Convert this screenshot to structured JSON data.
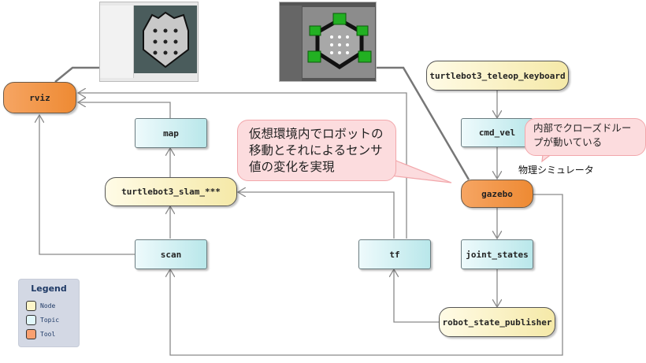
{
  "nodes": {
    "rviz": "rviz",
    "map": "map",
    "slam": "turtlebot3_slam_***",
    "scan": "scan",
    "teleop": "turtlebot3_teleop_keyboard",
    "cmd_vel": "cmd_vel",
    "gazebo": "gazebo",
    "tf": "tf",
    "joint_states": "joint_states",
    "robot_state_publisher": "robot_state_publisher"
  },
  "node_kinds": {
    "rviz": "Tool",
    "map": "Topic",
    "slam": "Node",
    "scan": "Topic",
    "teleop": "Node",
    "cmd_vel": "Topic",
    "gazebo": "Tool",
    "tf": "Topic",
    "joint_states": "Topic",
    "robot_state_publisher": "Node"
  },
  "edges": [
    {
      "from": "map",
      "to": "rviz"
    },
    {
      "from": "tf",
      "to": "rviz"
    },
    {
      "from": "scan",
      "to": "rviz"
    },
    {
      "from": "slam",
      "to": "map"
    },
    {
      "from": "scan",
      "to": "slam"
    },
    {
      "from": "tf",
      "to": "slam"
    },
    {
      "from": "teleop",
      "to": "cmd_vel"
    },
    {
      "from": "cmd_vel",
      "to": "gazebo"
    },
    {
      "from": "gazebo",
      "to": "joint_states"
    },
    {
      "from": "gazebo",
      "to": "scan"
    },
    {
      "from": "joint_states",
      "to": "robot_state_publisher"
    },
    {
      "from": "robot_state_publisher",
      "to": "tf"
    }
  ],
  "callouts": {
    "sim_env": "仮想環境内でロボットの移動とそれによるセンサ値の変化を実現",
    "closed_loop": "内部でクローズドループが動いている"
  },
  "annotations": {
    "physics_sim": "物理シミュレータ"
  },
  "screenshots": {
    "rviz": "rviz-map-screenshot",
    "gazebo": "gazebo-world-screenshot"
  },
  "legend": {
    "title": "Legend",
    "items": [
      {
        "label": "Node",
        "color": "#fdf5c9"
      },
      {
        "label": "Topic",
        "color": "#e2f8fb"
      },
      {
        "label": "Tool",
        "color": "#f9a070"
      }
    ]
  },
  "colors": {
    "node": "#f5e9a8",
    "topic": "#b9e7ea",
    "tool": "#ee8a33",
    "callout": "#fcdcde",
    "edge": "#8a8a8a"
  }
}
